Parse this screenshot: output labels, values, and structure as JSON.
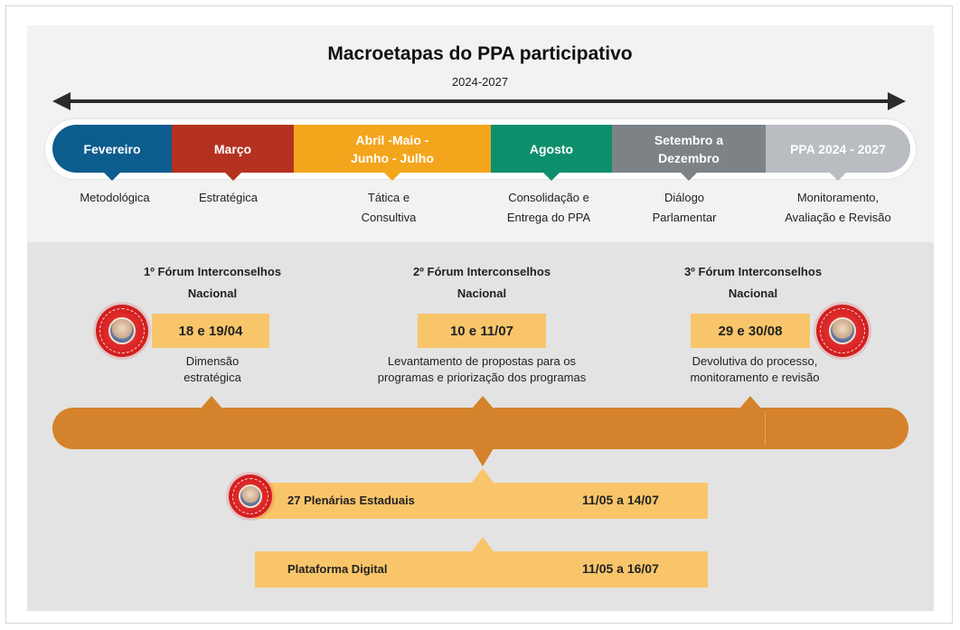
{
  "title": "Macroetapas do PPA participativo",
  "subtitle": "2024-2027",
  "colors": {
    "fevereiro": "#0d5c8e",
    "marco": "#b5311f",
    "abril": "#f3a51c",
    "agosto": "#0e8f6c",
    "setembro": "#7d8287",
    "ppa": "#b9bcc0",
    "timeline": "#d4822b",
    "highlight": "#f9c56a"
  },
  "phases": [
    {
      "label": "Fevereiro",
      "desc": "Metodológica"
    },
    {
      "label": "Março",
      "desc": "Estratégica"
    },
    {
      "label": "Abril -Maio -\nJunho - Julho",
      "desc": "Tática e\nConsultiva"
    },
    {
      "label": "Agosto",
      "desc": "Consolidação e\nEntrega do PPA"
    },
    {
      "label": "Setembro a\nDezembro",
      "desc": "Diálogo\nParlamentar"
    },
    {
      "label": "PPA 2024 - 2027",
      "desc": "Monitoramento,\nAvaliação e Revisão"
    }
  ],
  "forums": [
    {
      "title": "1º Fórum Interconselhos\nNacional",
      "date": "18 e 19/04",
      "desc": "Dimensão\nestratégica"
    },
    {
      "title": "2º Fórum Interconselhos\nNacional",
      "date": "10 e 11/07",
      "desc": "Levantamento de propostas para os\nprogramas e priorização dos programas"
    },
    {
      "title": "3º Fórum Interconselhos\nNacional",
      "date": "29 e 30/08",
      "desc": "Devolutiva do processo,\nmonitoramento e revisão"
    }
  ],
  "rows": [
    {
      "label": "27 Plenárias Estaduais",
      "date": "11/05 a 14/07"
    },
    {
      "label": "Plataforma Digital",
      "date": "11/05 a 16/07"
    }
  ],
  "seal_text": "PRESIDENTE LULA"
}
